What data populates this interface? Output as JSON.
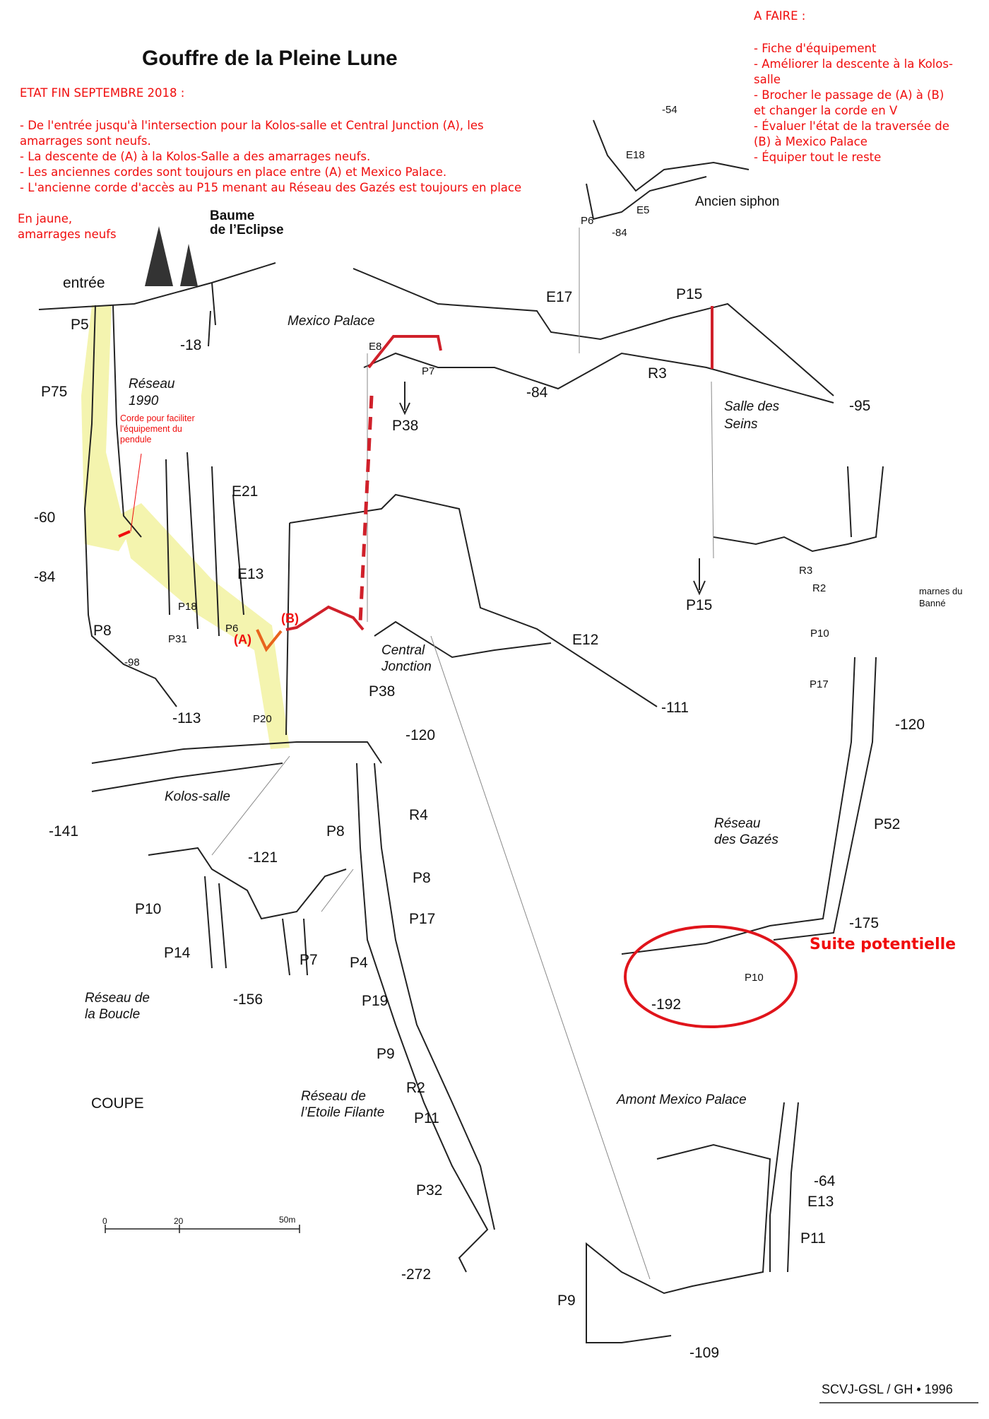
{
  "title": "Gouffre de la Pleine Lune",
  "etat": {
    "heading": "ETAT FIN SEPTEMBRE 2018 :",
    "lines": [
      "- De l'entrée jusqu'à l'intersection pour la Kolos-salle et Central Junction (A), les",
      "amarrages sont neufs.",
      "- La descente de (A) à la Kolos-Salle a des amarrages neufs.",
      "- Les anciennes cordes sont toujours en place entre (A) et Mexico Palace.",
      "- L'ancienne corde d'accès au P15 menant au Réseau des Gazés est toujours en place"
    ]
  },
  "a_faire": {
    "heading": "A FAIRE :",
    "lines": [
      "- Fiche d'équipement",
      "- Améliorer la descente à la Kolos-",
      "salle",
      "- Brocher le passage de (A) à (B)",
      "et changer la corde en V",
      "- Évaluer l'état de la traversée de",
      "(B) à Mexico Palace",
      "- Équiper tout le reste"
    ]
  },
  "legend": {
    "line1": "En jaune,",
    "line2": "amarrages neufs"
  },
  "corde_note": [
    "Corde pour faciliter",
    "l'équipement du",
    "pendule"
  ],
  "suite": "Suite potentielle",
  "markers": {
    "a": "(A)",
    "b": "(B)"
  },
  "labels": {
    "baume1": "Baume",
    "baume2": "de l’Eclipse",
    "entree": "entrée",
    "p5": "P5",
    "m18": "-18",
    "p75": "P75",
    "reseau1990a": "Réseau",
    "reseau1990b": "1990",
    "e21": "E21",
    "m60": "-60",
    "m84": "-84",
    "e13": "E13",
    "p18": "P18",
    "p6": "P6",
    "p8a": "P8",
    "p31": "P31",
    "m98": "-98",
    "m113": "-113",
    "p20": "P20",
    "central1": "Central",
    "central2": "Jonction",
    "p38b": "P38",
    "m120a": "-120",
    "kolos": "Kolos-salle",
    "m141": "-141",
    "r4": "R4",
    "p8b": "P8",
    "m121": "-121",
    "p8c": "P8",
    "p10a": "P10",
    "p17a": "P17",
    "p14": "P14",
    "p7a": "P7",
    "p4": "P4",
    "boucle1": "Réseau de",
    "boucle2": "la Boucle",
    "m156": "-156",
    "p19": "P19",
    "p9a": "P9",
    "r2a": "R2",
    "etoile1": "Réseau de",
    "etoile2": "l’Etoile Filante",
    "p11a": "P11",
    "coupe": "COUPE",
    "p32": "P32",
    "m272": "-272",
    "mexico": "Mexico Palace",
    "e8": "E8",
    "p7b": "P7",
    "p38a": "P38",
    "e17": "E17",
    "m84b": "-84",
    "p15a": "P15",
    "r3a": "R3",
    "seins1": "Salle des",
    "seins2": "Seins",
    "m95": "-95",
    "m54": "-54",
    "e18": "E18",
    "e5": "E5",
    "p6b": "P6",
    "m84c": "-84",
    "siphon": "Ancien siphon",
    "p15b": "P15",
    "e12": "E12",
    "m111": "-111",
    "r3b": "R3",
    "r2b": "R2",
    "marnes1": "marnes du",
    "marnes2": "Banné",
    "p10b": "P10",
    "p17b": "P17",
    "m120b": "-120",
    "gazes1": "Réseau",
    "gazes2": "des Gazés",
    "p52": "P52",
    "m175": "-175",
    "p10c": "P10",
    "m192": "-192",
    "amont": "Amont Mexico Palace",
    "m64": "-64",
    "e13b": "E13",
    "p11b": "P11",
    "p9b": "P9",
    "m109": "-109"
  },
  "scale": {
    "s0": "0",
    "s20": "20",
    "s50": "50m"
  },
  "credit": "SCVJ-GSL / GH • 1996",
  "colors": {
    "red": "#f00d0d",
    "yellow": "#f3f3a6",
    "rope": "#d0202a",
    "orange": "#e8631c"
  }
}
